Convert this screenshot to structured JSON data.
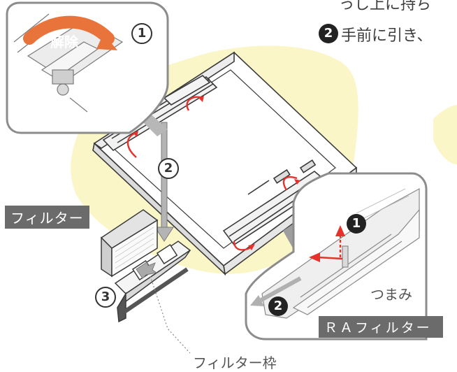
{
  "top_text": {
    "line1_partial": "っし上に持ち",
    "step2_badge": "2",
    "line2": "手前に引き、"
  },
  "inset_topleft": {
    "release_label": "解除",
    "step_number": "1"
  },
  "main": {
    "step2_marker": "2",
    "step3_marker": "3"
  },
  "labels": {
    "filter_tag": "フィルター",
    "filter_frame": "フィルター枠",
    "knob": "つまみ",
    "ra_filter_tag": "ＲＡフィルター"
  },
  "inset_right": {
    "step1_badge": "1",
    "step2_badge": "2"
  },
  "colors": {
    "highlight_yellow": "#fbf6c8",
    "arrow_red": "#e5322d",
    "inset_border": "#8c8c8c",
    "tag_gray": "#6b6b6b",
    "release_arrow_orange": "#e8743b"
  }
}
